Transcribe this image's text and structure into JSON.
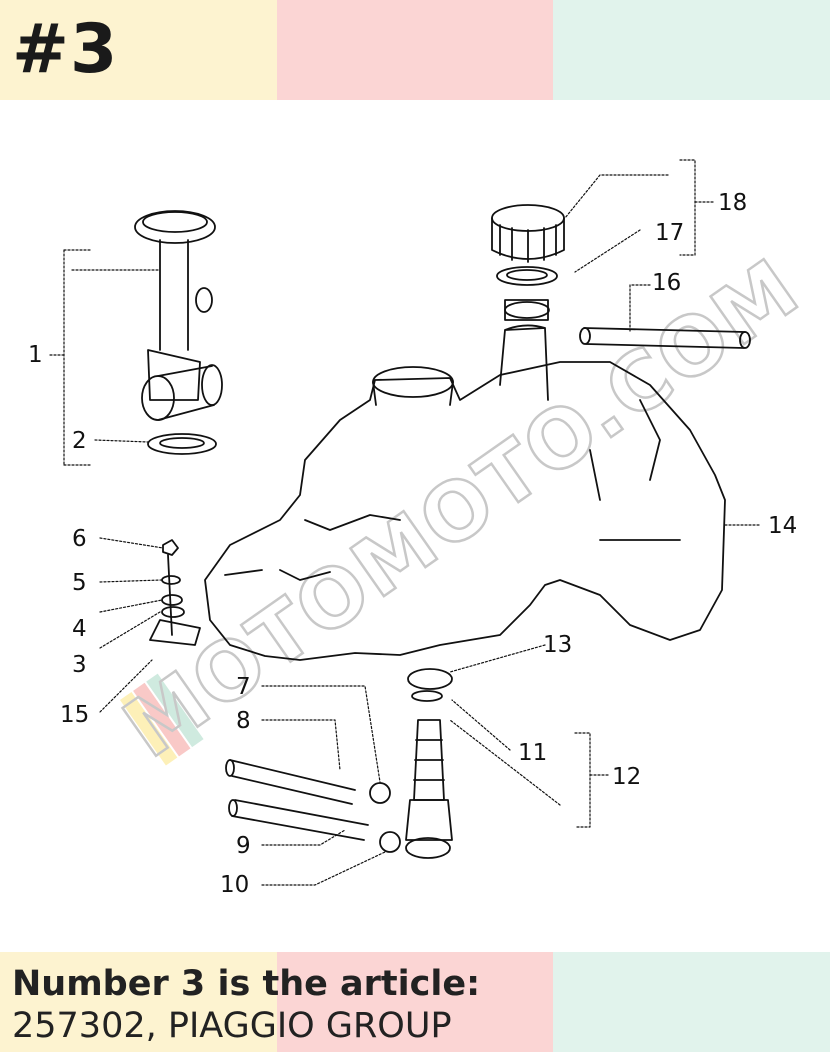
{
  "badge": {
    "text": "#3"
  },
  "caption": {
    "line1": "Number 3 is the article:",
    "line2": "257302, PIAGGIO GROUP"
  },
  "colors": {
    "stripe_yellow": "#fdf3d0",
    "stripe_pink": "#fbd5d4",
    "stripe_mint": "#e1f3ec",
    "ink": "#111111"
  },
  "watermark": {
    "text": "MOTOMOTO.COM"
  },
  "callouts": {
    "n1": "1",
    "n2": "2",
    "n3": "3",
    "n4": "4",
    "n5": "5",
    "n6": "6",
    "n7": "7",
    "n8": "8",
    "n9": "9",
    "n10": "10",
    "n11": "11",
    "n12": "12",
    "n13": "13",
    "n14": "14",
    "n15": "15",
    "n16": "16",
    "n17": "17",
    "n18": "18"
  }
}
